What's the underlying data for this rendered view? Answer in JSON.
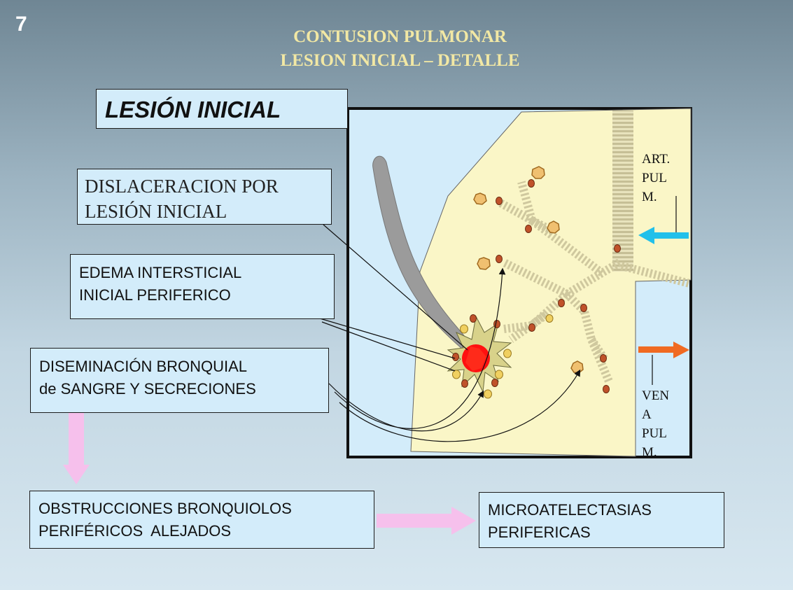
{
  "slide_number": "7",
  "title": {
    "line1": "CONTUSION PULMONAR",
    "line2": "LESION INICIAL – DETALLE"
  },
  "boxes": {
    "lesion_inicial": "LESIÓN INICIAL",
    "dislaceracion": [
      "DISLACERACION POR",
      "LESIÓN INICIAL"
    ],
    "edema": [
      "EDEMA INTERSTICIAL",
      "INICIAL PERIFERICO"
    ],
    "diseminacion": [
      "DISEMINACIÓN BRONQUIAL",
      "de SANGRE Y SECRECIONES"
    ],
    "obstrucciones": [
      "OBSTRUCCIONES BRONQUIOLOS",
      "PERIFÉRICOS  ALEJADOS"
    ],
    "microatelectasias": [
      "MICROATELECTASIAS",
      "PERIFERICAS"
    ]
  },
  "diagram_labels": {
    "art_pulm": [
      "ART.",
      "PUL",
      "M."
    ],
    "vena_pulm": [
      "VEN",
      "A",
      "PUL",
      "M."
    ]
  },
  "colors": {
    "box_fill": "#d3ecfa",
    "lung_fill": "#faf6c7",
    "title": "#f2e8a4",
    "artery_arrow": "#22c0ea",
    "vein_arrow": "#f06a22",
    "flow_arrow": "#f6c0ec",
    "lesion": "#ff1010"
  }
}
